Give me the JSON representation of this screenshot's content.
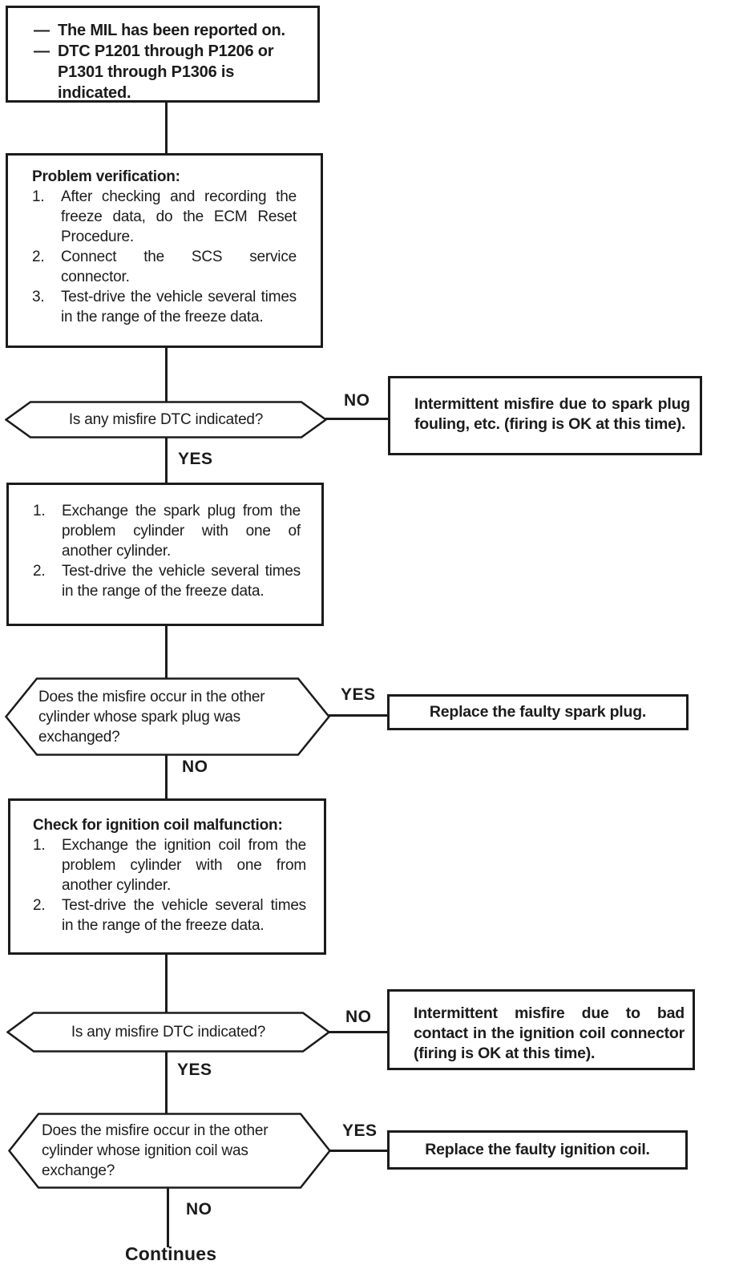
{
  "colors": {
    "ink": "#1b1b1b",
    "paper": "#ffffff"
  },
  "flow": {
    "start": {
      "items": [
        {
          "bullet": "—",
          "text": "The MIL has been reported on."
        },
        {
          "bullet": "—",
          "text": "DTC P1201 through P1206 or P1301 through P1306 is indicated."
        }
      ]
    },
    "problem_verification": {
      "title": "Problem verification:",
      "steps": [
        {
          "num": "1.",
          "text": "After checking and recording the freeze data, do the ECM Reset Procedure."
        },
        {
          "num": "2.",
          "text": "Connect the SCS service connector."
        },
        {
          "num": "3.",
          "text": "Test-drive the vehicle several times in the range of the freeze data."
        }
      ]
    },
    "decision_misfire_dtc_1": {
      "question": "Is any misfire DTC indicated?",
      "no": "NO",
      "yes": "YES"
    },
    "result_spark_plug_fouling": {
      "text": "Intermittent misfire due to spark plug fouling, etc. (firing is OK at this time)."
    },
    "swap_spark_plug": {
      "steps": [
        {
          "num": "1.",
          "text": "Exchange the spark plug from the problem cylinder with one of another cylinder."
        },
        {
          "num": "2.",
          "text": "Test-drive the vehicle several times in the range of the freeze data."
        }
      ]
    },
    "decision_other_cylinder_plug": {
      "question": "Does the misfire occur in the other cylinder whose spark plug was exchanged?",
      "yes": "YES",
      "no": "NO"
    },
    "result_replace_plug": {
      "text": "Replace the faulty spark plug."
    },
    "coil_check": {
      "title": "Check for ignition coil malfunction:",
      "steps": [
        {
          "num": "1.",
          "text": "Exchange the ignition coil from the problem cylinder with one from another cylinder."
        },
        {
          "num": "2.",
          "text": "Test-drive the vehicle several times in the range of the freeze data."
        }
      ]
    },
    "decision_misfire_dtc_2": {
      "question": "Is any misfire DTC indicated?",
      "no": "NO",
      "yes": "YES"
    },
    "result_coil_connector": {
      "text": "Intermittent misfire due to bad contact in the ignition coil connector (firing is OK at this time)."
    },
    "decision_other_cylinder_coil": {
      "question": "Does the misfire occur in the other cylinder whose ignition coil was exchange?",
      "yes": "YES",
      "no": "NO"
    },
    "result_replace_coil": {
      "text": "Replace the faulty ignition coil."
    },
    "footer": {
      "continues": "Continues"
    }
  }
}
